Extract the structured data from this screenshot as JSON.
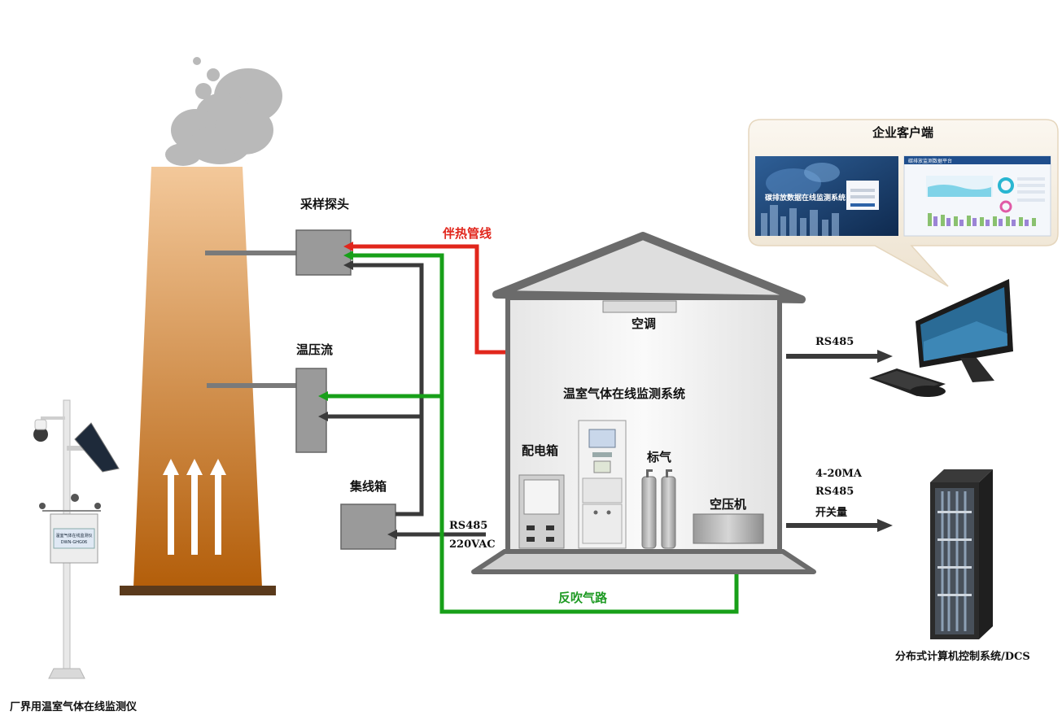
{
  "labels": {
    "sampling_probe": "采样探头",
    "heat_trace": "伴热管线",
    "temp_pressure_flow": "温压流",
    "junction_box": "集线箱",
    "rs485_220vac": [
      "RS485",
      "220VAC"
    ],
    "aircon": "空调",
    "system_title": "温室气体在线监测系统",
    "distribution_box": "配电箱",
    "calibration_gas": "标气",
    "air_compressor": "空压机",
    "backblow": "反吹气路",
    "client": "企业客户端",
    "rs485_out": "RS485",
    "outputs_dcs": [
      "4-20MA",
      "RS485",
      "开关量"
    ],
    "dcs": "分布式计算机控制系统/DCS",
    "ambient_station": "厂界用温室气体在线监测仪",
    "station_panel_text": [
      "温室气体在线监测仪",
      "DWN-GHG06"
    ],
    "login_title": "碳排放数据在线监测系统",
    "dashboard_title": "碳排放监测数据平台"
  },
  "colors": {
    "heat_line": "#e1261c",
    "gas_line": "#18a019",
    "signal_line": "#3a3a3a",
    "chimney_top": "#f3c89a",
    "chimney_bottom": "#b35e0a",
    "building_roof": "#6b6b6b"
  },
  "icons": [
    "smoke-cloud-icon",
    "up-arrow-icon",
    "monitor-icon",
    "keyboard-icon",
    "mouse-icon",
    "server-rack-icon",
    "camera-icon",
    "solar-panel-icon"
  ]
}
